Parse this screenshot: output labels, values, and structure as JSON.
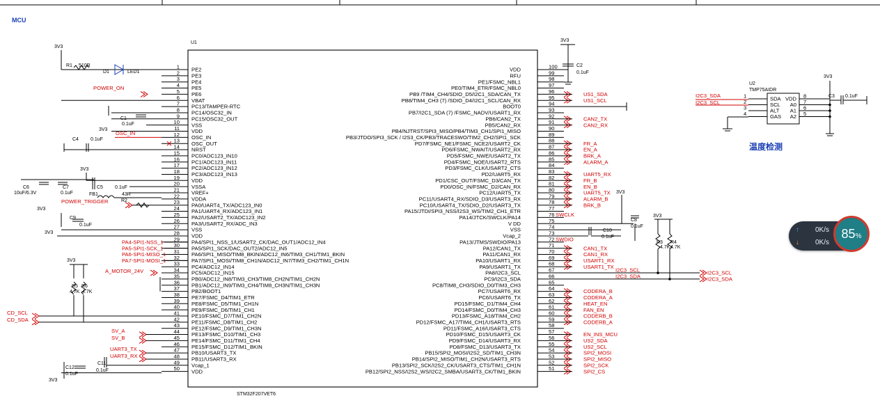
{
  "header": {
    "section_title": "MCU"
  },
  "chip": {
    "ref": "U1",
    "part": "STM32F207VET6",
    "left_pins": [
      {
        "n": "1",
        "f": "PE2"
      },
      {
        "n": "2",
        "f": "PE3"
      },
      {
        "n": "3",
        "f": "PE4"
      },
      {
        "n": "4",
        "f": "PE5"
      },
      {
        "n": "5",
        "f": "PE6"
      },
      {
        "n": "6",
        "f": "VBAT"
      },
      {
        "n": "7",
        "f": "PC13/TAMPER-RTC"
      },
      {
        "n": "8",
        "f": "PC14/OSC32_IN"
      },
      {
        "n": "9",
        "f": "PC15/OSC32_OUT"
      },
      {
        "n": "10",
        "f": "VSS"
      },
      {
        "n": "11",
        "f": "VDD"
      },
      {
        "n": "12",
        "f": "OSC_IN"
      },
      {
        "n": "13",
        "f": "OSC_OUT"
      },
      {
        "n": "14",
        "f": "NRST"
      },
      {
        "n": "15",
        "f": "PC0/ADC123_IN10"
      },
      {
        "n": "16",
        "f": "PC1/ADC123_IN11"
      },
      {
        "n": "17",
        "f": "PC2/ADC123_IN12"
      },
      {
        "n": "18",
        "f": "PC3/ADC123_IN13"
      },
      {
        "n": "19",
        "f": "VDD"
      },
      {
        "n": "20",
        "f": "VSSA"
      },
      {
        "n": "21",
        "f": "VREF+"
      },
      {
        "n": "22",
        "f": "VDDA"
      },
      {
        "n": "23",
        "f": "PA0/UART4_TX/ADC123_IN0"
      },
      {
        "n": "24",
        "f": "PA1/UART4_RX/ADC123_IN1"
      },
      {
        "n": "25",
        "f": "PA2/USART2_TX/ADC123_IN2"
      },
      {
        "n": "26",
        "f": "PA3/USART2_RX/ADC_IN3"
      },
      {
        "n": "27",
        "f": "VSS"
      },
      {
        "n": "28",
        "f": "VDD"
      },
      {
        "n": "29",
        "f": "PA4/SPI1_NSS_1/USART2_CK/DAC_OUT1/ADC12_IN4"
      },
      {
        "n": "30",
        "f": "PA5/SPI1_SCK/DAC_OUT2/ADC12_IN5"
      },
      {
        "n": "31",
        "f": "PA6/SPI1_MISO/TIM8_BKIN/ADC12_IN6/TIM3_CH1/TIM1_BKIN"
      },
      {
        "n": "32",
        "f": "PA7/SPI1_MOSI/TIM8_CH1N/ADC12_IN7/TIM3_CH2/TIM1_CH1N"
      },
      {
        "n": "33",
        "f": "PC4/ADC12_IN14"
      },
      {
        "n": "34",
        "f": "PC5/ADC12_IN15"
      },
      {
        "n": "35",
        "f": "PB0/ADC12_IN8/TIM3_CH3/TIM8_CH2N/TIM1_CH2N"
      },
      {
        "n": "36",
        "f": "PB1/ADC12_IN9/TIM3_CH4/TIM8_CH3N/TIM1_CH3N"
      },
      {
        "n": "37",
        "f": "PB2/BOOT1"
      },
      {
        "n": "38",
        "f": "PE7/FSMC_D4/TIM1_ETR"
      },
      {
        "n": "39",
        "f": "PE8/FSMC_D5/TIM1_CH1N"
      },
      {
        "n": "40",
        "f": "PE9/FSMC_D6/TIM1_CH1"
      },
      {
        "n": "41",
        "f": "PE10/FSMC_D7/TIM1_CH2N"
      },
      {
        "n": "42",
        "f": "PE11/FSMC_D8/TIM1_CH2"
      },
      {
        "n": "43",
        "f": "PE12/FSMC_D9/TIM1_CH3N"
      },
      {
        "n": "44",
        "f": "PE13/FSMC_D10/TIM1_CH3"
      },
      {
        "n": "45",
        "f": "PE14/FSMC_D11/TIM1_CH4"
      },
      {
        "n": "46",
        "f": "PE15/FSMC_D12/TIM1_BKIN"
      },
      {
        "n": "47",
        "f": "PB10/USART3_TX"
      },
      {
        "n": "48",
        "f": "PB11/USART3_RX"
      },
      {
        "n": "49",
        "f": "Vcap_1"
      },
      {
        "n": "50",
        "f": "VDD"
      }
    ],
    "right_pins": [
      {
        "n": "100",
        "f": "VDD"
      },
      {
        "n": "99",
        "f": "RFU"
      },
      {
        "n": "98",
        "f": "PE1/FSMC_NBL1"
      },
      {
        "n": "97",
        "f": "PE0/TIM4_ETR/FSMC_NBL0"
      },
      {
        "n": "96",
        "f": "PB9 /TIM4_CH4/SDIO_D5/I2C1_SDA/CAN_TX"
      },
      {
        "n": "95",
        "f": "PB8/TIM4_CH3 (7) /SDIO_D4/I2C1_SCL/CAN_RX"
      },
      {
        "n": "94",
        "f": "BOOT0"
      },
      {
        "n": "93",
        "f": "PB7/I2C1_SDA (7) /FSMC_NADV/USART1_RX"
      },
      {
        "n": "92",
        "f": "PB6/CAN2_TX"
      },
      {
        "n": "91",
        "f": "PB5/CAN2_RX"
      },
      {
        "n": "90",
        "f": "PB4/NJTRST/SPI3_MISO/PB4/TIM3_CH1/SPI1_MISO"
      },
      {
        "n": "89",
        "f": "PB3/JTDO/SPI3_SCK / I2S3_CK/PB3/TRACESWO/TIM2_CH2/SPI1_SCK"
      },
      {
        "n": "88",
        "f": "PD7/FSMC_NE1/FSMC_NCE2/USART2_CK"
      },
      {
        "n": "87",
        "f": "PD6/FSMC_NWAIT/USART2_RX"
      },
      {
        "n": "86",
        "f": "PD5/FSMC_NWE/USART2_TX"
      },
      {
        "n": "85",
        "f": "PD4/FSMC_NOE/USART2_RTS"
      },
      {
        "n": "84",
        "f": "PD3/FSMC_CLK/USART2_CTS"
      },
      {
        "n": "83",
        "f": "PD2/UART5_RX"
      },
      {
        "n": "82",
        "f": "PD1/CSC_OUT/FSMC_D3/CAN_TX"
      },
      {
        "n": "81",
        "f": "PD0/OSC_IN/FSMC_D2/CAN_RX"
      },
      {
        "n": "80",
        "f": "PC12/UART5_TX"
      },
      {
        "n": "79",
        "f": "PC11/USART4_RX/SDIO_D3/USART3_RX"
      },
      {
        "n": "78",
        "f": "PC10/USART4_TX/SDIO_D2/USART3_TX"
      },
      {
        "n": "77",
        "f": "PA15/JTDI/SPI3_NSS/I2S3_WS/TIM2_CH1_ETR"
      },
      {
        "n": "76",
        "f": "PA14/JTCK/SWCLK/PA14"
      },
      {
        "n": "75",
        "f": "V DD"
      },
      {
        "n": "74",
        "f": "VSS"
      },
      {
        "n": "73",
        "f": "Vcap_2"
      },
      {
        "n": "72",
        "f": "PA13/JTMS/SWDIO/PA13"
      },
      {
        "n": "71",
        "f": "PA12/CAN1_TX"
      },
      {
        "n": "70",
        "f": "PA11/CAN1_RX"
      },
      {
        "n": "69",
        "f": "PA10/USART1_RX"
      },
      {
        "n": "68",
        "f": "PA9/USART1_TX"
      },
      {
        "n": "67",
        "f": "PA8/I2C3_SCL"
      },
      {
        "n": "66",
        "f": "PC9/I2C3_SDA"
      },
      {
        "n": "65",
        "f": "PC8/TIM8_CH3/SDIO_D0/TIM3_CH3"
      },
      {
        "n": "64",
        "f": "PC7/USART6_RX"
      },
      {
        "n": "63",
        "f": "PC6/USART6_TX"
      },
      {
        "n": "62",
        "f": "PD15/FSMC_D1/TIM4_CH4"
      },
      {
        "n": "61",
        "f": "PD14/FSMC_D0/TIM4_CH3"
      },
      {
        "n": "60",
        "f": "PD13/FSMC_A18/TIM4_CH2"
      },
      {
        "n": "59",
        "f": "PD12/FSMC_A17/TIM4_CH1/USART3_RTS"
      },
      {
        "n": "58",
        "f": "PD11/FSMC_A16/USART3_CTS"
      },
      {
        "n": "57",
        "f": "PD10/FSMC_D15/USART3_CK"
      },
      {
        "n": "56",
        "f": "PD9/FSMC_D14/USART3_RX"
      },
      {
        "n": "55",
        "f": "PD8/FSMC_D13/USART3_TX"
      },
      {
        "n": "54",
        "f": "PB15/SPI2_MOSI/I2S2_SD/TIM1_CH3N"
      },
      {
        "n": "53",
        "f": "PB14/SPI2_MISO/TIM1_CH2N/USART3_RTS"
      },
      {
        "n": "52",
        "f": "PB13/SPI2_SCK/I2S2_CK/USART3_CTS/TIM1_CH1N"
      },
      {
        "n": "51",
        "f": "PB12/SPI2_NSS/I2S2_WS/I2C2_SMBA/USART3_CK/TIM1_BKIN"
      }
    ]
  },
  "right_nets": [
    {
      "pin": "96",
      "label": "US1_SDA"
    },
    {
      "pin": "95",
      "label": "US1_SCL"
    },
    {
      "pin": "92",
      "label": "CAN2_TX"
    },
    {
      "pin": "91",
      "label": "CAN2_RX"
    },
    {
      "pin": "88",
      "label": "FR_A"
    },
    {
      "pin": "87",
      "label": "EN_A"
    },
    {
      "pin": "86",
      "label": "BRK_A"
    },
    {
      "pin": "85",
      "label": "ALARM_A"
    },
    {
      "pin": "83",
      "label": "UART5_RX"
    },
    {
      "pin": "82",
      "label": "FR_B"
    },
    {
      "pin": "81",
      "label": "EN_B"
    },
    {
      "pin": "80",
      "label": "UART5_TX"
    },
    {
      "pin": "79",
      "label": "ALARM_B"
    },
    {
      "pin": "78",
      "label": "BRK_B"
    },
    {
      "pin": "71",
      "label": "CAN1_TX"
    },
    {
      "pin": "70",
      "label": "CAN1_RX"
    },
    {
      "pin": "69",
      "label": "USART1_RX"
    },
    {
      "pin": "68",
      "label": "USART1_TX"
    },
    {
      "pin": "64",
      "label": "CODERA_B"
    },
    {
      "pin": "63",
      "label": "CODERA_A"
    },
    {
      "pin": "62",
      "label": "HEAT_EN"
    },
    {
      "pin": "61",
      "label": "FAN_EN"
    },
    {
      "pin": "60",
      "label": "CODERB_B"
    },
    {
      "pin": "59",
      "label": "CODERB_A"
    },
    {
      "pin": "57",
      "label": "EN_INS_MCU"
    },
    {
      "pin": "56",
      "label": "US2_SDA"
    },
    {
      "pin": "55",
      "label": "US2_SCL"
    },
    {
      "pin": "54",
      "label": "SPI2_MOSI"
    },
    {
      "pin": "53",
      "label": "SPI2_MISO"
    },
    {
      "pin": "52",
      "label": "SPI2_SCK"
    },
    {
      "pin": "51",
      "label": "SPI2_CS"
    }
  ],
  "wire_labels": [
    {
      "text": "SWCLK",
      "pin": "76"
    },
    {
      "text": "SWDIO",
      "pin": "72"
    },
    {
      "text": "I2C3_SCL",
      "pin": "67"
    },
    {
      "text": "I2C3_SDA",
      "pin": "66"
    }
  ],
  "far_nets": {
    "scl": "I2C3_SCL",
    "sda": "I2C3_SDA"
  },
  "left_nets": {
    "power_on": "POWER_ON",
    "osc_in": "OSC_IN",
    "power_trigger": "POWER_TRIGGER",
    "spi": [
      "PA4-SPI1-NSS_1",
      "PA5-SPI1-SCK_1",
      "PA6-SPI1-MISO_1",
      "PA7-SPI1-MOSI_1"
    ],
    "motor": "A_MOTOR_24V",
    "cd_scl": "CD_SCL",
    "cd_sda": "CD_SDA",
    "sv_a": "SV_A",
    "sv_b": "SV_B",
    "uart3_tx": "UART3_TX",
    "uart3_rx": "UART3_RX"
  },
  "components": {
    "r1": "R1",
    "r1v": "510R",
    "d1": "D1",
    "led": "LED1",
    "c1": "C1",
    "c1v": "0.1uF",
    "c4": "C4",
    "c4v": "0.1uF",
    "c6": "C6",
    "c6v": "10uF/6.3V",
    "c7": "C7",
    "c7v": "0.1uF",
    "c5": "C5",
    "c5v": "0.1uF",
    "fb1": "FB1",
    "fb1v": "43R",
    "r2": "R2",
    "c9": "C9",
    "c9v": "0.1uF",
    "r5": "R5",
    "r5v": "4.7K",
    "r6": "R6",
    "r6v": "4.7K",
    "c12": "C12",
    "c12v": "0.1uF",
    "c11": "C11",
    "c11v": "0.1uF",
    "c2": "C2",
    "c2v": "0.1uF",
    "c8": "C8",
    "c8v": "0.1uF",
    "c10": "C10",
    "c10v": "0.1uF",
    "r3": "R3",
    "r3v": "4.7K",
    "r4": "R4",
    "r4v": "4.7K"
  },
  "rails": {
    "v33": "3V3"
  },
  "temp_sensor": {
    "ref": "U2",
    "part": "TMP75AIDR",
    "left": [
      {
        "n": "1",
        "f": "SDA"
      },
      {
        "n": "2",
        "f": "SCL"
      },
      {
        "n": "3",
        "f": "ALT"
      },
      {
        "n": "4",
        "f": "GAS"
      }
    ],
    "right": [
      {
        "n": "8",
        "f": "VDD"
      },
      {
        "n": "7",
        "f": "A0"
      },
      {
        "n": "6",
        "f": "A1"
      },
      {
        "n": "5",
        "f": "A2"
      }
    ],
    "c3": "C3",
    "c3v": "0.1uF",
    "net_sda": "I2C3_SDA",
    "net_scl": "I2C3_SCL",
    "caption": "温度检测"
  },
  "net_widget": {
    "up": "0K/s",
    "down": "0K/s",
    "percent": "85",
    "pct_sign": "%",
    "up_icon": "arrow-up-icon",
    "down_icon": "arrow-down-icon",
    "ring_color": "#d23a2c",
    "fill_color": "#1f7e86"
  }
}
